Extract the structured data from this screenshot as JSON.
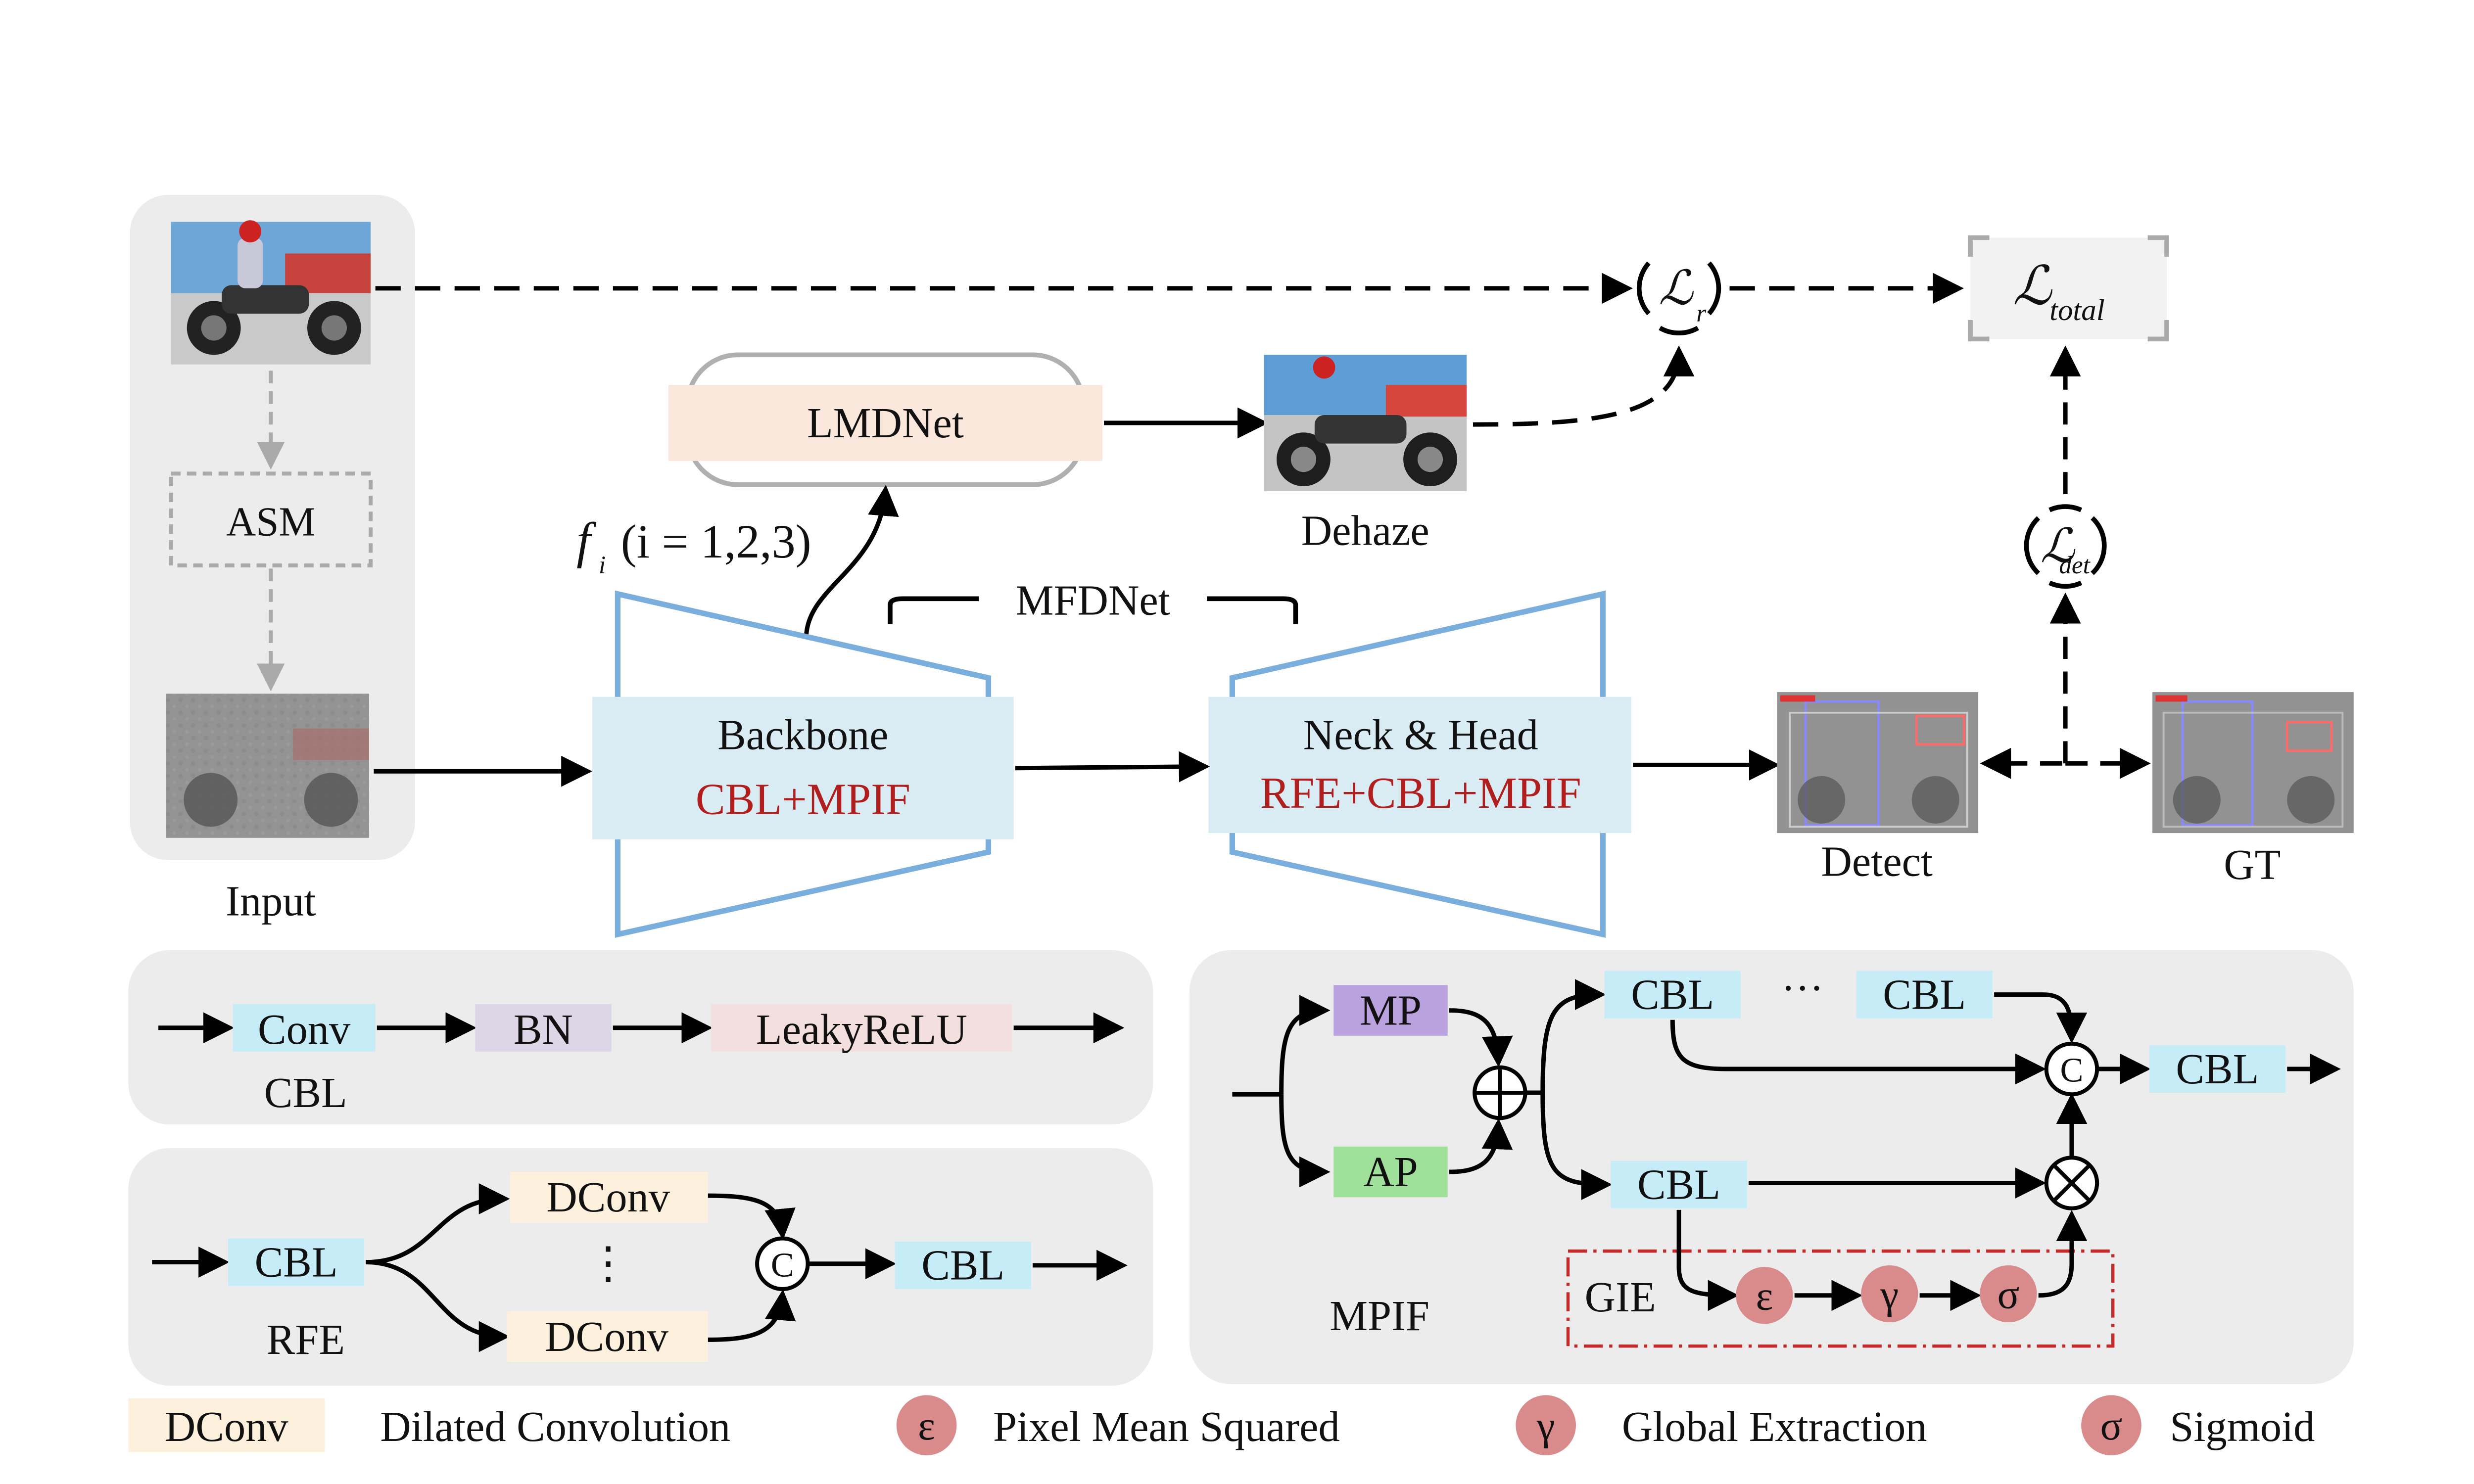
{
  "input": {
    "caption": "Input",
    "asm_label": "ASM"
  },
  "top": {
    "lmdnet_label": "LMDNet",
    "fi_label": "f",
    "fi_sub": "i",
    "fi_args": "(i = 1,2,3)",
    "dehaze_caption": "Dehaze",
    "loss_r": "ℒ",
    "loss_r_sub": "r",
    "loss_total": "ℒ",
    "loss_total_sub": "total",
    "loss_det": "ℒ",
    "loss_det_sub": "det"
  },
  "mfdnet": {
    "title": "MFDNet",
    "backbone_label": "Backbone",
    "backbone_modules": "CBL+MPIF",
    "neck_label": "Neck & Head",
    "neck_modules": "RFE+CBL+MPIF"
  },
  "outputs": {
    "detect_caption": "Detect",
    "gt_caption": "GT"
  },
  "cbl_panel": {
    "conv": "Conv",
    "bn": "BN",
    "act": "LeakyReLU",
    "caption": "CBL"
  },
  "rfe_panel": {
    "cbl_in": "CBL",
    "dconv_top": "DConv",
    "vdots": "⋮",
    "dconv_bottom": "DConv",
    "concat": "C",
    "cbl_out": "CBL",
    "caption": "RFE"
  },
  "mpif_panel": {
    "mp": "MP",
    "ap": "AP",
    "cbl1": "CBL",
    "dots": "···",
    "cbl2": "CBL",
    "concat": "C",
    "cbl_out": "CBL",
    "cbl3": "CBL",
    "gie": "GIE",
    "eps": "ε",
    "gamma": "γ",
    "sigma": "σ",
    "caption": "MPIF"
  },
  "legend": {
    "dconv_box": "DConv",
    "dconv_text": "Dilated Convolution",
    "eps_sym": "ε",
    "eps_text": "Pixel Mean Squared",
    "gamma_sym": "γ",
    "gamma_text": "Global  Extraction",
    "sigma_sym": "σ",
    "sigma_text": "Sigmoid"
  },
  "colors": {
    "light_blue": "#d9ebf3",
    "trapezoid": "#7aaedc",
    "cyan_box": "#c6ecf8",
    "purple_box": "#b9a2dd",
    "green_box": "#9fe09a",
    "bn_box": "#dcd6e6",
    "act_box": "#f4dfdf",
    "dconv_box": "#fdf1dd",
    "lmdnet_box": "#fbe8dc",
    "greek_circle": "#d98a8a",
    "module_red": "#b01e1e",
    "panel_gray": "#ececec"
  }
}
